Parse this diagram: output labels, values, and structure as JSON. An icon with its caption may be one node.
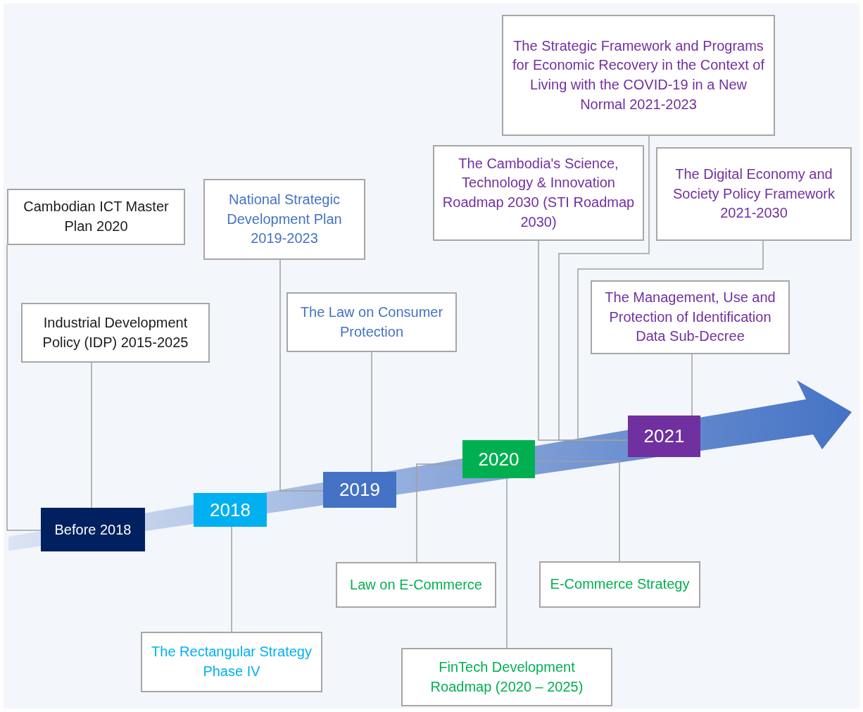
{
  "diagram": {
    "nodes": [
      {
        "text": [
          "Cambodian ICT Master Plan 2020"
        ]
      },
      {
        "text": [
          "Industrial Development Policy (IDP) 2015-2025"
        ]
      },
      {
        "text": [
          "National Strategic Development Plan 2019-2023"
        ]
      },
      {
        "text": [
          "The Law on Consumer Protection"
        ]
      },
      {
        "text": [
          "The Strategic Framework and Programs for Economic Recovery in the Context of Living with the COVID-19 in a New Normal 2021-2023"
        ]
      },
      {
        "text": [
          "The Cambodia's Science, Technology & Innovation Roadmap 2030 (STI Roadmap 2030)"
        ]
      },
      {
        "text": [
          "The Digital Economy and Society Policy Framework 2021-2030"
        ]
      },
      {
        "text": [
          "The Management, Use and Protection of Identification Data Sub-Decree"
        ]
      },
      {
        "text": [
          "Before 2018"
        ]
      },
      {
        "text": [
          "2018"
        ]
      },
      {
        "text": [
          "2019"
        ]
      },
      {
        "text": [
          "2020"
        ]
      },
      {
        "text": [
          "2021"
        ]
      },
      {
        "text": [
          "The Rectangular Strategy Phase IV"
        ]
      },
      {
        "text": [
          "Law on E-Commerce"
        ]
      },
      {
        "text": [
          "E-Commerce Strategy"
        ]
      },
      {
        "text": [
          "FinTech Development Roadmap (2020 – 2025)"
        ]
      }
    ],
    "edges": [
      {
        "from": 0,
        "to": 8,
        "arrow": "none"
      },
      {
        "from": 1,
        "to": 8,
        "arrow": "none"
      },
      {
        "from": 2,
        "to": 10,
        "arrow": "none"
      },
      {
        "from": 3,
        "to": 10,
        "arrow": "none"
      },
      {
        "from": 4,
        "to": 12,
        "arrow": "none"
      },
      {
        "from": 5,
        "to": 12,
        "arrow": "none"
      },
      {
        "from": 6,
        "to": 12,
        "arrow": "none"
      },
      {
        "from": 7,
        "to": 12,
        "arrow": "none"
      },
      {
        "from": 13,
        "to": 9,
        "arrow": "none"
      },
      {
        "from": 14,
        "to": 11,
        "arrow": "none"
      },
      {
        "from": 16,
        "to": 11,
        "arrow": "none"
      },
      {
        "from": 15,
        "to": 11,
        "arrow": "none"
      }
    ]
  }
}
